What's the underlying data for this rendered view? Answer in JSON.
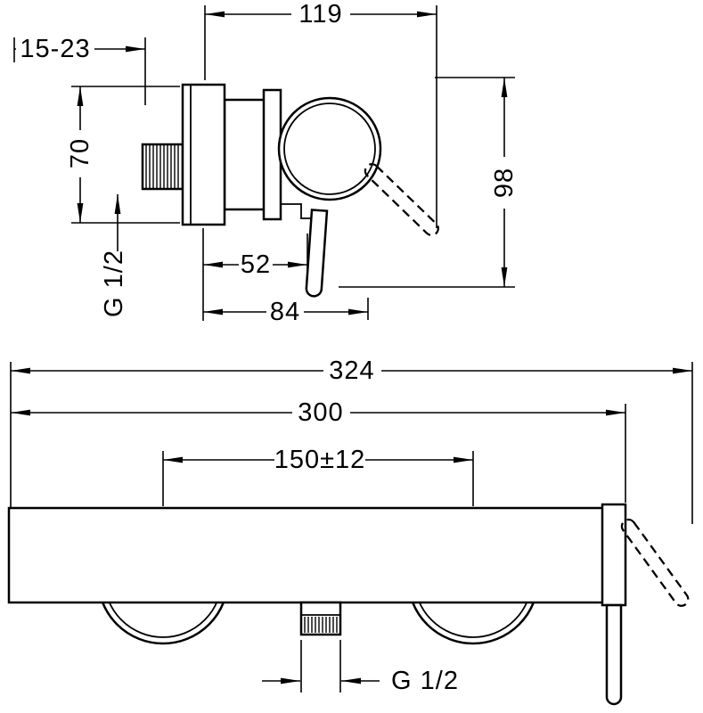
{
  "drawing": {
    "colors": {
      "background": "#ffffff",
      "line": "#000000"
    },
    "side_view": {
      "dims": {
        "width_top": "119",
        "wall_clearance": "15-23",
        "body_height": "70",
        "inlet_thread": "G 1/2",
        "depth_inner": "52",
        "depth_outer": "84",
        "overall_height": "98"
      }
    },
    "front_view": {
      "dims": {
        "overall_width": "324",
        "body_width": "300",
        "connection_centers": "150±12",
        "outlet_thread": "G 1/2"
      }
    }
  }
}
